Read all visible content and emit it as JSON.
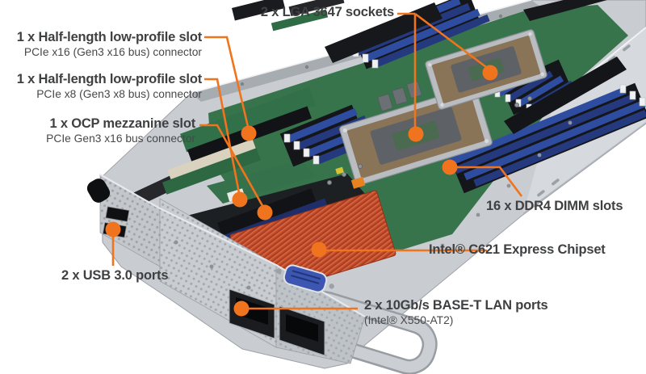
{
  "colors": {
    "accent": "#F0731D",
    "text": "#3F4042",
    "chassis": "#C9CDD1",
    "chassis_light": "#D6D9DD",
    "chassis_dark": "#A7ACB1",
    "pcb": "#37744C",
    "pcb_dark": "#1D2023",
    "dimm_blue": "#2F4DA0",
    "dimm_navy": "#24397E",
    "black_part": "#17181C",
    "heatsink": "#C04A2A",
    "heatsink_fin": "#D8653F",
    "socket_brown": "#8A7458",
    "socket_center": "#5E6165",
    "socket_lid": "#4A6B50",
    "latch": "#EFF1F2",
    "vga_blue": "#3D56B2",
    "port_black": "#1A1C1F",
    "mezz_blue": "#1E2E6B",
    "slot_beige": "#D8D2BF"
  },
  "callouts": {
    "lga_sockets": {
      "title": "2 x LGA 3647 sockets"
    },
    "pcie_x16_slot": {
      "title": "1 x Half-length low-profile slot",
      "subtitle": "PCIe x16 (Gen3 x16 bus) connector"
    },
    "pcie_x8_slot": {
      "title": "1 x Half-length low-profile slot",
      "subtitle": "PCIe x8 (Gen3 x8 bus) connector"
    },
    "ocp_slot": {
      "title": "1 x OCP mezzanine slot",
      "subtitle": "PCIe Gen3 x16 bus connector"
    },
    "dimm_slots": {
      "title": "16 x DDR4 DIMM slots"
    },
    "chipset": {
      "title": "Intel® C621 Express Chipset"
    },
    "usb_ports": {
      "title": "2 x USB 3.0 ports"
    },
    "lan_ports": {
      "title": "2 x 10Gb/s BASE-T LAN ports",
      "subtitle": "(Intel® X550-AT2)"
    }
  }
}
